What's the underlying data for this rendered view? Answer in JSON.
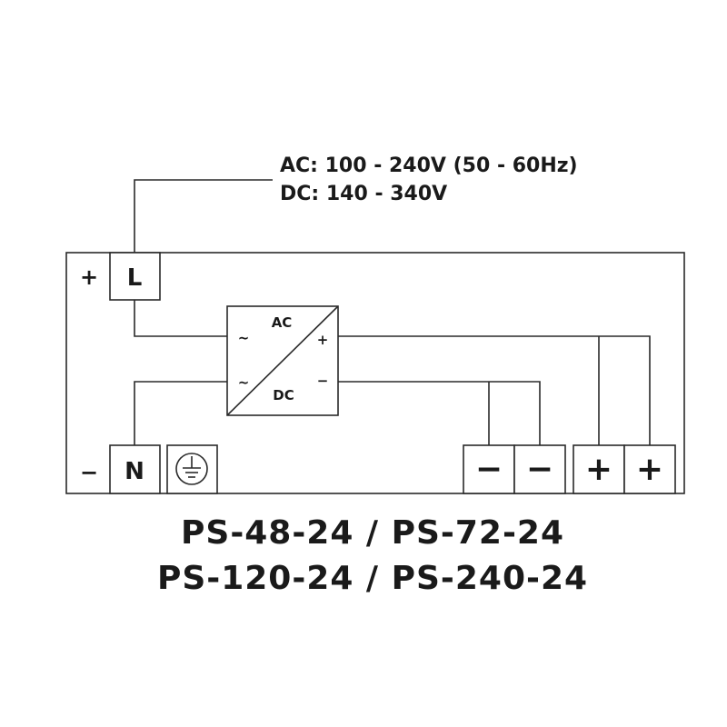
{
  "input_spec": {
    "ac": "AC: 100 - 240V (50 - 60Hz)",
    "dc": "DC: 140 - 340V"
  },
  "input_terminals": {
    "live_label": "L",
    "live_side_sign": "+",
    "neutral_label": "N",
    "neutral_side_sign": "−"
  },
  "converter": {
    "top_label": "AC",
    "bottom_label": "DC",
    "in_symbol_1": "~",
    "in_symbol_2": "~",
    "out_plus": "+",
    "out_minus": "−"
  },
  "output_terminals": [
    {
      "label": "−"
    },
    {
      "label": "−"
    },
    {
      "label": "+"
    },
    {
      "label": "+"
    }
  ],
  "models": {
    "line1": "PS-48-24 / PS-72-24",
    "line2": "PS-120-24 / PS-240-24"
  },
  "colors": {
    "ink": "#1a1a1a",
    "background": "#ffffff"
  }
}
